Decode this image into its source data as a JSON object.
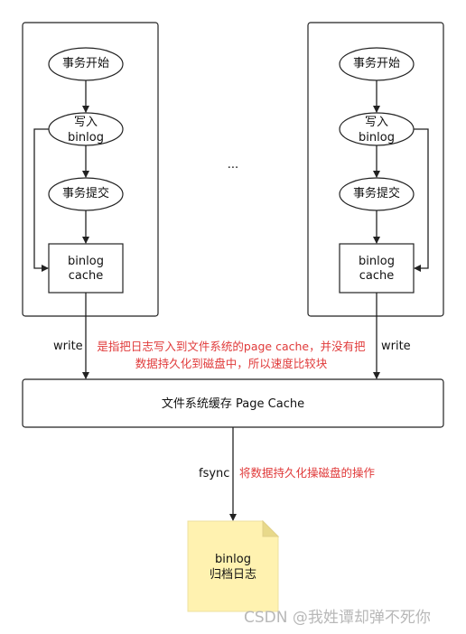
{
  "left_flow": {
    "start": "事务开始",
    "write_binlog": [
      "写入",
      "binlog"
    ],
    "commit": "事务提交",
    "cache": [
      "binlog",
      "cache"
    ]
  },
  "right_flow": {
    "start": "事务开始",
    "write_binlog": [
      "写入",
      "binlog"
    ],
    "commit": "事务提交",
    "cache": [
      "binlog",
      "cache"
    ]
  },
  "ellipsis": "...",
  "write_left": "write",
  "write_right": "write",
  "write_note": [
    "是指把日志写入到文件系统的page cache，并没有把",
    "数据持久化到磁盘中，所以速度比较块"
  ],
  "page_cache": "文件系统缓存 Page Cache",
  "fsync": "fsync",
  "fsync_note": "将数据持久化操磁盘的操作",
  "archive": [
    "binlog",
    "归档日志"
  ],
  "watermark": "CSDN @我姓谭却弹不死你",
  "colors": {
    "note_red": "#e03a3a",
    "note_fill": "#fff2b0",
    "stroke": "#222222"
  }
}
